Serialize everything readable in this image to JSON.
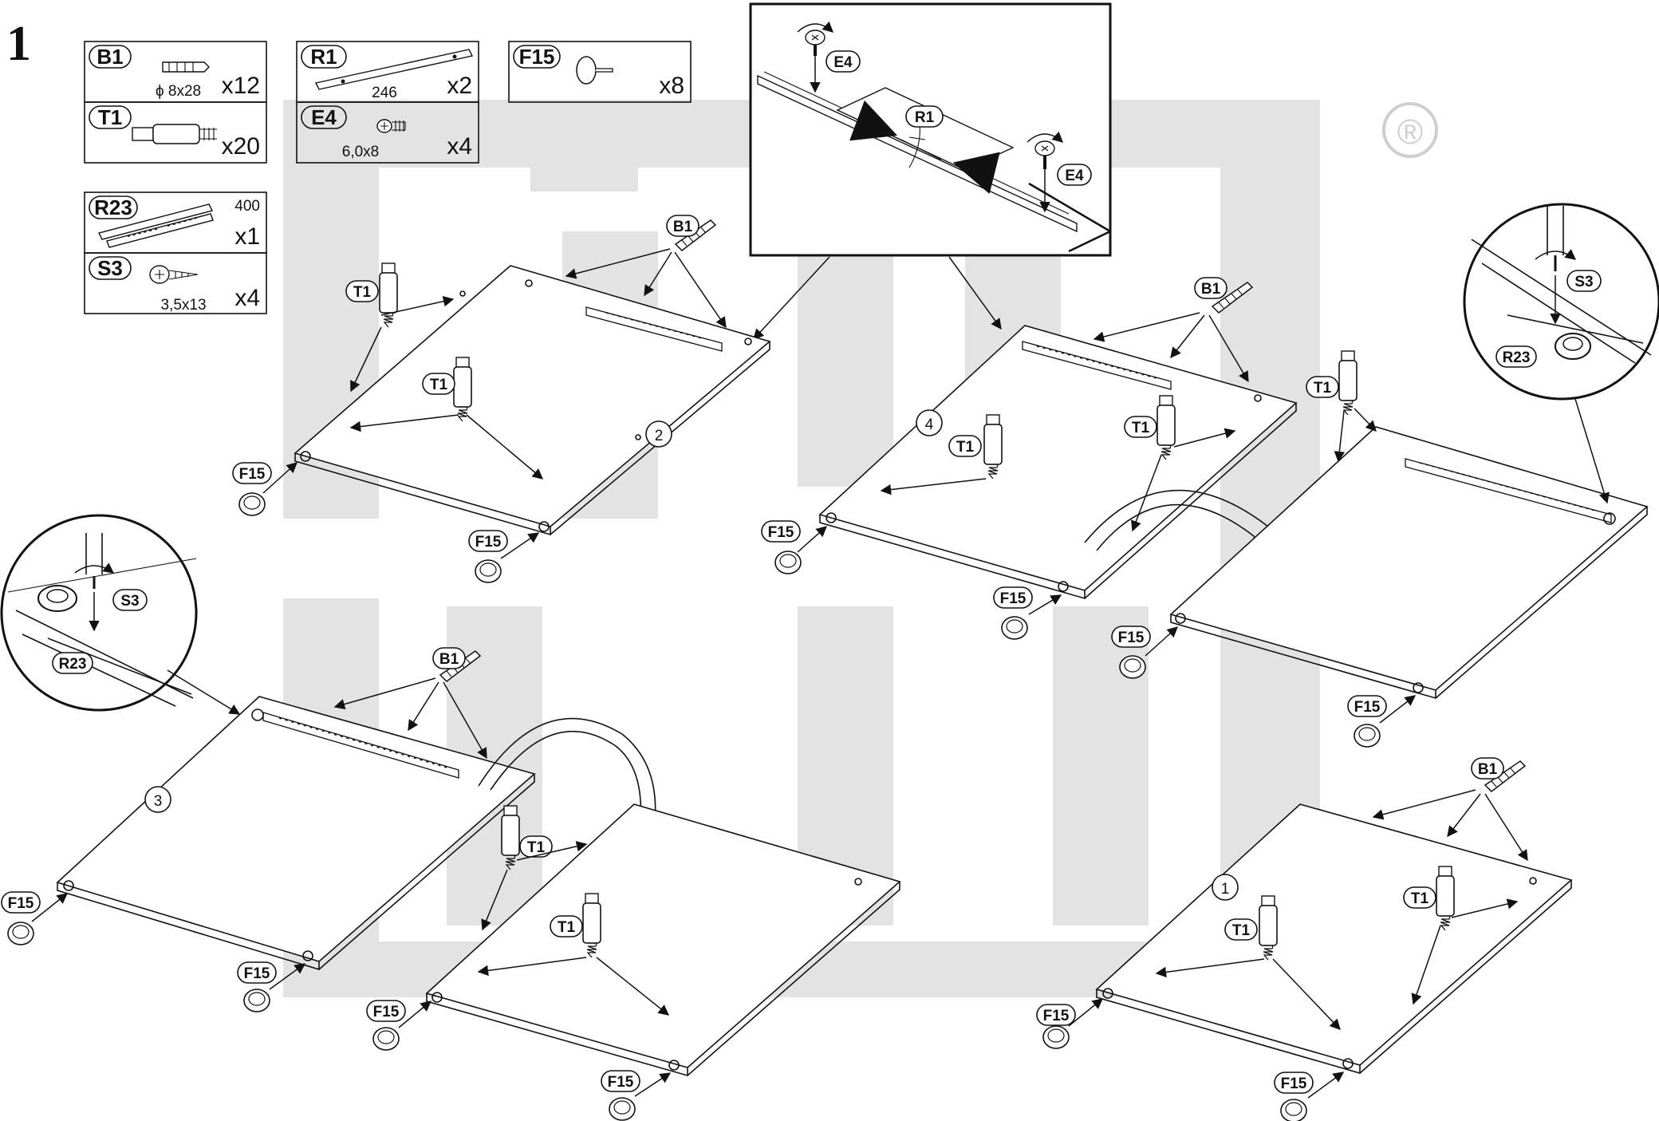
{
  "step_number": "1",
  "trademark_symbol": "®",
  "parts": [
    {
      "code": "B1",
      "spec": "ϕ 8x28",
      "qty": "x12"
    },
    {
      "code": "T1",
      "spec": "",
      "qty": "x20"
    },
    {
      "code": "R1",
      "spec": "246",
      "qty": "x2"
    },
    {
      "code": "E4",
      "spec": "6,0x8",
      "qty": "x4"
    },
    {
      "code": "F15",
      "spec": "",
      "qty": "x8"
    },
    {
      "code": "R23",
      "spec": "400",
      "qty": "x1"
    },
    {
      "code": "S3",
      "spec": "3,5x13",
      "qty": "x4"
    }
  ],
  "labels": {
    "b1": "B1",
    "t1": "T1",
    "f15": "F15",
    "r1": "R1",
    "e4": "E4",
    "r23": "R23",
    "s3": "S3"
  },
  "panels": [
    "1",
    "2",
    "3",
    "4"
  ],
  "colors": {
    "line": "#111111",
    "watermark": "#e3e3e3",
    "background": "#ffffff"
  }
}
